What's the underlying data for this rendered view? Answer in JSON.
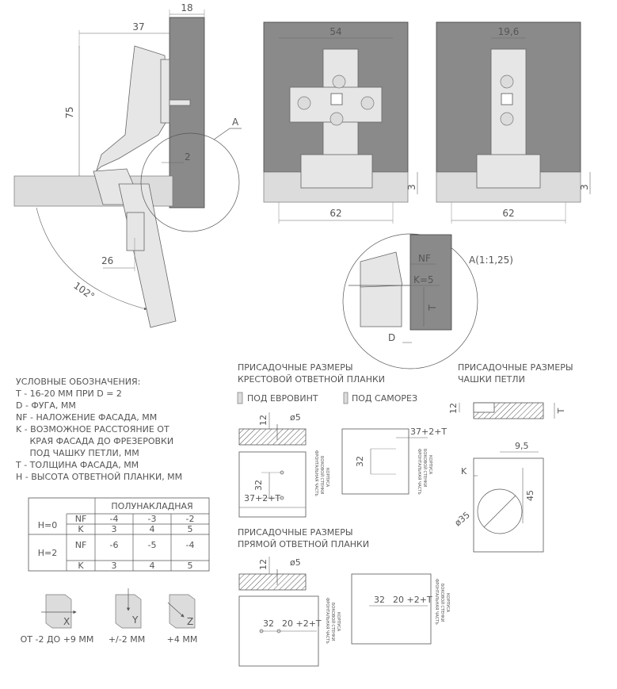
{
  "colors": {
    "line": "#555555",
    "panel_gray": "#8a8a8a",
    "light_gray": "#dcdcdc",
    "background": "#ffffff"
  },
  "side_view": {
    "dim_37": "37",
    "dim_18": "18",
    "dim_75": "75",
    "dim_2": "2",
    "dim_26": "26",
    "angle": "102°",
    "detail_mark": "A"
  },
  "cross_plate_view": {
    "dim_top": "54",
    "dim_bottom": "62",
    "dim_side": "3"
  },
  "straight_plate_view": {
    "dim_top": "19,6",
    "dim_bottom": "62",
    "dim_side": "3"
  },
  "detail_a": {
    "title": "A(1:1,25)",
    "nf": "NF",
    "k": "K=5",
    "t": "T",
    "d": "D"
  },
  "legend": {
    "heading": "УСЛОВНЫЕ ОБОЗНАЧЕНИЯ:",
    "lines": [
      "T - 16-20 ММ ПРИ D = 2",
      "D - ФУГА, ММ",
      "NF - НАЛОЖЕНИЕ ФАСАДА, ММ",
      "K - ВОЗМОЖНОЕ РАССТОЯНИЕ ОТ",
      "     КРАЯ ФАСАДА ДО ФРЕЗЕРОВКИ",
      "     ПОД ЧАШКУ ПЕТЛИ, ММ",
      "T - ТОЛЩИНА ФАСАДА, ММ",
      "H - ВЫСОТА ОТВЕТНОЙ ПЛАНКИ, ММ"
    ]
  },
  "table": {
    "header": "ПОЛУНАКЛАДНАЯ",
    "rows": [
      {
        "group": "H=0",
        "param": "NF",
        "values": [
          "-4",
          "-3",
          "-2"
        ]
      },
      {
        "group": "",
        "param": "K",
        "values": [
          "3",
          "4",
          "5"
        ]
      },
      {
        "group": "H=2",
        "param": "NF",
        "values": [
          "-6",
          "-5",
          "-4"
        ]
      },
      {
        "group": "",
        "param": "K",
        "values": [
          "3",
          "4",
          "5"
        ]
      }
    ]
  },
  "adjust": [
    {
      "axis": "X",
      "caption": "ОТ -2 ДО +9 ММ"
    },
    {
      "axis": "Y",
      "caption": "+/-2 ММ"
    },
    {
      "axis": "Z",
      "caption": "+4 ММ"
    }
  ],
  "cross_drill": {
    "title1": "ПРИСАДОЧНЫЕ РАЗМЕРЫ",
    "title2": "КРЕСТОВОЙ ОТВЕТНОЙ ПЛАНКИ",
    "screw1": "ПОД ЕВРОВИНТ",
    "screw2": "ПОД САМОРЕЗ",
    "dim_12": "12",
    "dim_d5": "ø5",
    "dim_32": "32",
    "dim_37": "37+2+T",
    "side1": "ФРОНТАЛЬНАЯ ЧАСТЬ",
    "side2": "БОКОВОЙ СТЕНКИ",
    "side3": "КОРПУСА"
  },
  "cup_drill": {
    "title1": "ПРИСАДОЧНЫЕ РАЗМЕРЫ",
    "title2": "ЧАШКИ ПЕТЛИ",
    "dim_12": "12",
    "dim_t": "T",
    "dim_95": "9,5",
    "dim_k": "K",
    "dim_45": "45",
    "dim_35": "ø35"
  },
  "straight_drill": {
    "title1": "ПРИСАДОЧНЫЕ РАЗМЕРЫ",
    "title2": "ПРЯМОЙ ОТВЕТНОЙ ПЛАНКИ",
    "dim_12": "12",
    "dim_d5": "ø5",
    "dim_32": "32",
    "dim_20": "20 +2+T"
  }
}
